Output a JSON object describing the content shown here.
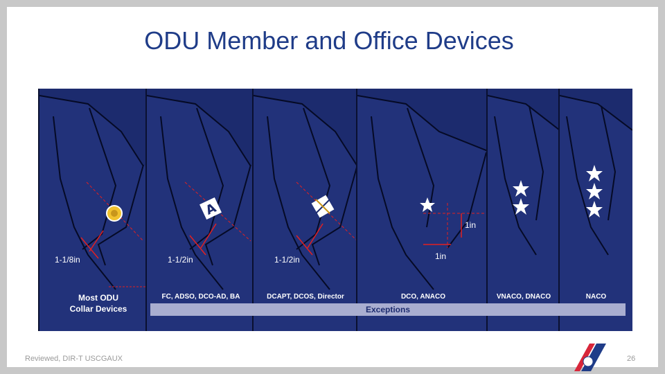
{
  "slide": {
    "title": "ODU Member and Office Devices",
    "footer": "Reviewed, DIR-T USCGAUX",
    "page_number": "26"
  },
  "panels": [
    {
      "caption_line1": "Most ODU",
      "caption_line2": "Collar Devices",
      "measure": "1-1/8in"
    },
    {
      "caption": "FC, ADSO, DCO-AD, BA",
      "measure": "1-1/2in"
    },
    {
      "caption": "DCAPT, DCOS, Director",
      "measure": "1-1/2in"
    },
    {
      "caption": "DCO, ANACO",
      "measure_a": "1in",
      "measure_b": "1in"
    },
    {
      "caption": "VNACO, DNACO"
    },
    {
      "caption": "NACO"
    }
  ],
  "exceptions_label": "Exceptions",
  "colors": {
    "title": "#1f3c88",
    "uniform": "#1c2b6e",
    "guide_line": "#e32020",
    "exceptions_bar": "#a9aed0"
  },
  "icons": {
    "device_1": "gold-collar-device-icon",
    "device_2": "letter-a-device-icon",
    "device_3": "crossed-device-icon",
    "device_4": "single-star-icon",
    "device_5": "two-star-icon",
    "device_6": "three-star-icon",
    "logo": "uscg-stripe-logo-icon"
  }
}
